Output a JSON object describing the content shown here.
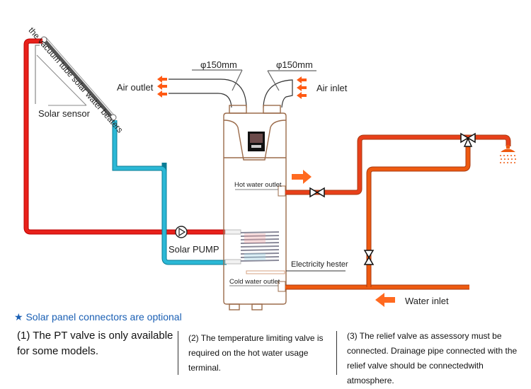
{
  "labels": {
    "collector": "the vacuum tube solar water beaters",
    "solar_sensor": "Solar sensor",
    "air_outlet": "Air outlet",
    "air_inlet": "Air inlet",
    "duct_outlet_size": "φ150mm",
    "duct_inlet_size": "φ150mm",
    "hot_water_outlet": "Hot water outlet",
    "electricity_heater": "Electricity hester",
    "cold_water_outlet": "Cold water outlet",
    "solar_pump": "Solar PUMP",
    "water_inlet": "Water inlet"
  },
  "optional_note": {
    "icon": "star-icon",
    "text": "Solar panel connectors are optional"
  },
  "notes": [
    "(1) The PT valve is only available for some models.",
    "(2) The temperature limiting valve is required on the hot water usage terminal.",
    "(3) The relief valve as assessory must be connected. Drainage pipe connected with the relief valve should be connectedwith atmosphere."
  ],
  "colors": {
    "hot_pipe": "#e8201a",
    "cold_pipe": "#2bb8d6",
    "water_pipe": "#ee5a10",
    "unit_outline": "#9b6b4a",
    "arrow": "#ff5a14",
    "note_blue": "#1a5fb4"
  }
}
